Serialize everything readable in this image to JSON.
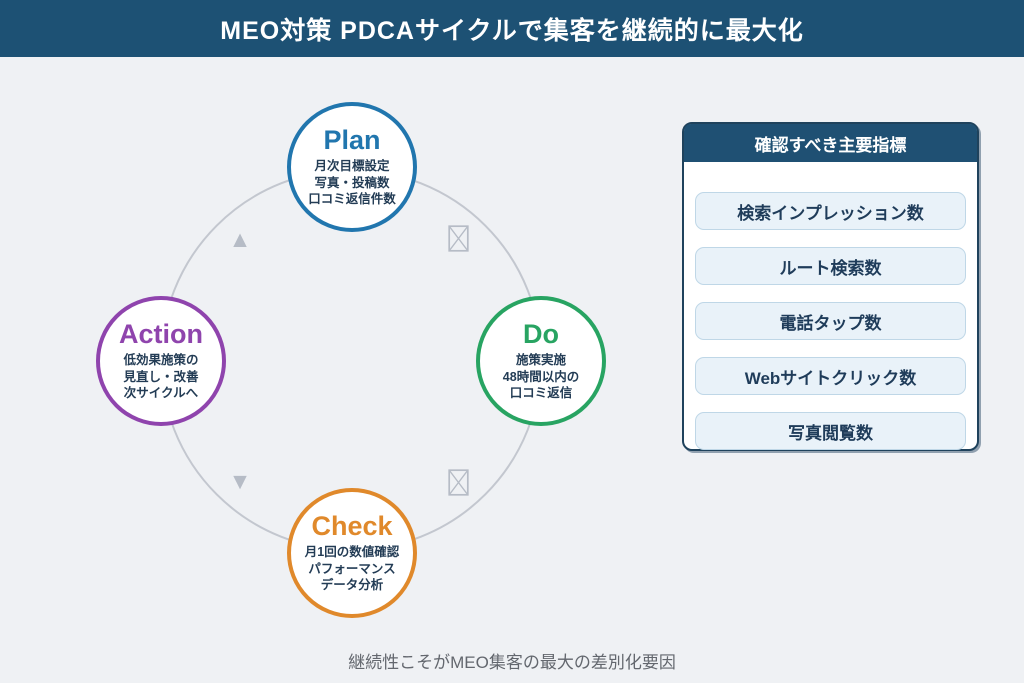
{
  "header": {
    "title": "MEO対策 PDCAサイクルで集客を継続的に最大化",
    "bg_color": "#1d5174",
    "text_color": "#ffffff"
  },
  "cycle": {
    "nodes": [
      {
        "id": "plan",
        "label": "Plan",
        "desc": "月次目標設定\n写真・投稿数\n口コミ返信件数",
        "color": "#2176ae"
      },
      {
        "id": "do",
        "label": "Do",
        "desc": "施策実施\n48時間以内の\n口コミ返信",
        "color": "#28a462"
      },
      {
        "id": "check",
        "label": "Check",
        "desc": "月1回の数値確認\nパフォーマンス\nデータ分析",
        "color": "#e0892b"
      },
      {
        "id": "action",
        "label": "Action",
        "desc": "低効果施策の\n見直し・改善\n次サイクルへ",
        "color": "#8f44ad"
      }
    ],
    "arrows": {
      "up_glyph": "▲",
      "down_glyph": "▼"
    },
    "ring_color": "#c3c7cf",
    "glyph_color": "#b6bcc6"
  },
  "panel": {
    "title": "確認すべき主要指標",
    "header_bg": "#1f5073",
    "border_color": "#1f425c",
    "item_bg": "#e9f2f9",
    "items": [
      "検索インプレッション数",
      "ルート検索数",
      "電話タップ数",
      "Webサイトクリック数",
      "写真閲覧数"
    ]
  },
  "footer": {
    "note": "継続性こそがMEO集客の最大の差別化要因"
  }
}
